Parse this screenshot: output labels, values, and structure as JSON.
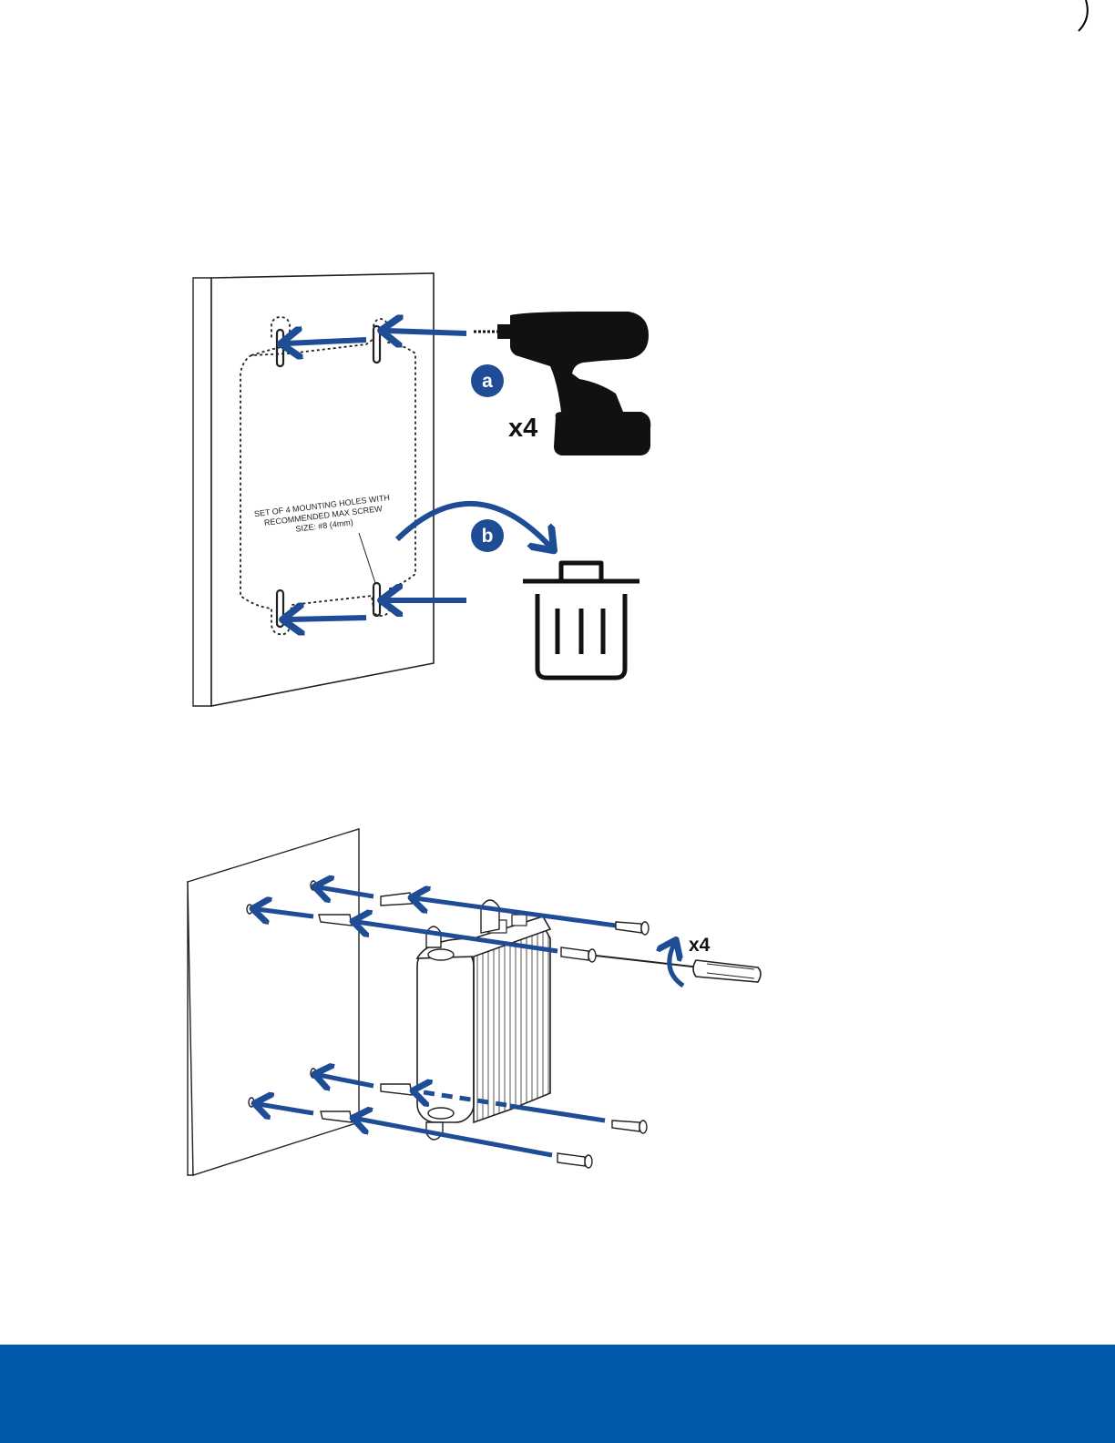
{
  "brand_color": "#005aab",
  "step_one": {
    "badge_a": "a",
    "badge_b": "b",
    "drill_count": "x4",
    "template_note": [
      "SET OF 4 MOUNTING HOLES WITH",
      "RECOMMENDED MAX SCREW",
      "SIZE: #8 (4mm)"
    ],
    "icons": [
      "drill-icon",
      "trash-can-icon"
    ]
  },
  "step_two": {
    "screw_count": "x4",
    "icons": [
      "screwdriver-icon",
      "rotate-arrow-icon"
    ]
  }
}
